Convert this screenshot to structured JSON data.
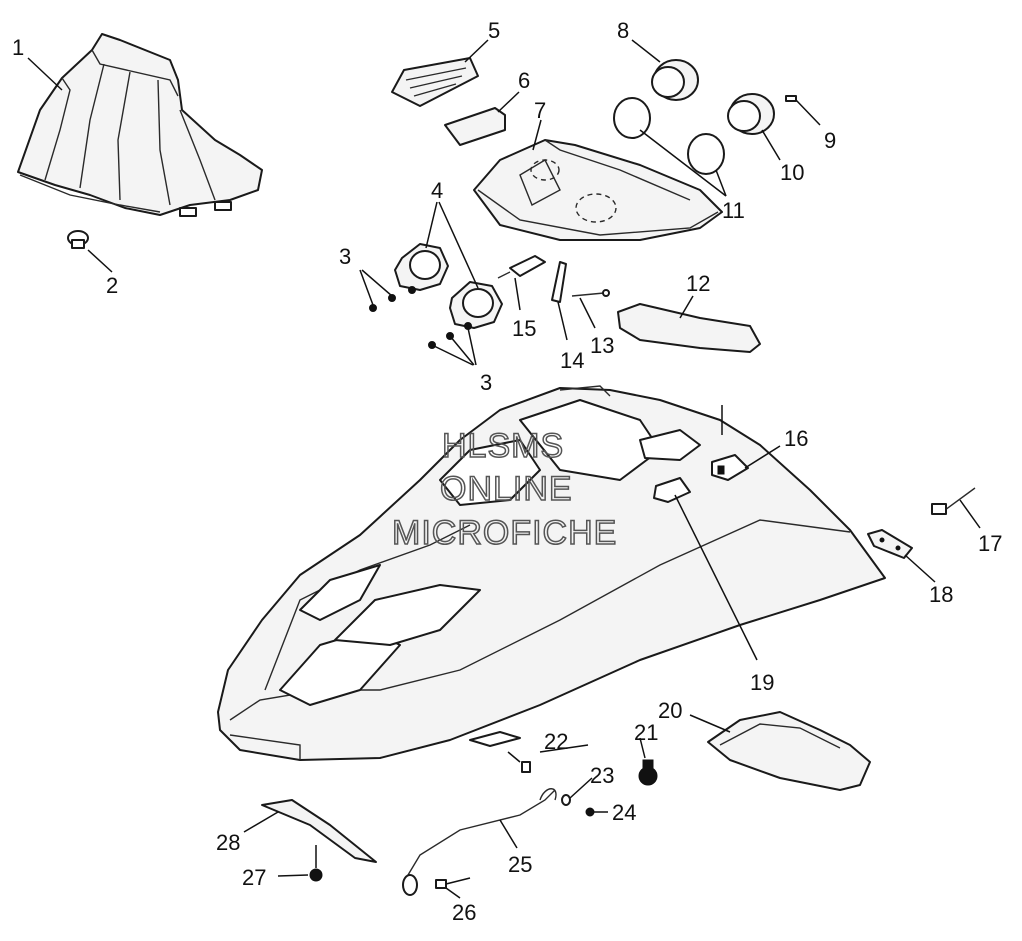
{
  "watermark": [
    "HLSMS",
    "ONLINE",
    "MICROFICHE"
  ],
  "callouts": [
    {
      "id": "c1",
      "text": "1"
    },
    {
      "id": "c2",
      "text": "2"
    },
    {
      "id": "c3a",
      "text": "3"
    },
    {
      "id": "c3b",
      "text": "3"
    },
    {
      "id": "c4",
      "text": "4"
    },
    {
      "id": "c5",
      "text": "5"
    },
    {
      "id": "c6",
      "text": "6"
    },
    {
      "id": "c7",
      "text": "7"
    },
    {
      "id": "c8",
      "text": "8"
    },
    {
      "id": "c9",
      "text": "9"
    },
    {
      "id": "c10",
      "text": "10"
    },
    {
      "id": "c11",
      "text": "11"
    },
    {
      "id": "c12",
      "text": "12"
    },
    {
      "id": "c13",
      "text": "13"
    },
    {
      "id": "c14",
      "text": "14"
    },
    {
      "id": "c15",
      "text": "15"
    },
    {
      "id": "c16",
      "text": "16"
    },
    {
      "id": "c17",
      "text": "17"
    },
    {
      "id": "c18",
      "text": "18"
    },
    {
      "id": "c19",
      "text": "19"
    },
    {
      "id": "c20",
      "text": "20"
    },
    {
      "id": "c21",
      "text": "21"
    },
    {
      "id": "c22",
      "text": "22"
    },
    {
      "id": "c23",
      "text": "23"
    },
    {
      "id": "c24",
      "text": "24"
    },
    {
      "id": "c25",
      "text": "25"
    },
    {
      "id": "c26",
      "text": "26"
    },
    {
      "id": "c27",
      "text": "27"
    },
    {
      "id": "c28",
      "text": "28"
    }
  ]
}
